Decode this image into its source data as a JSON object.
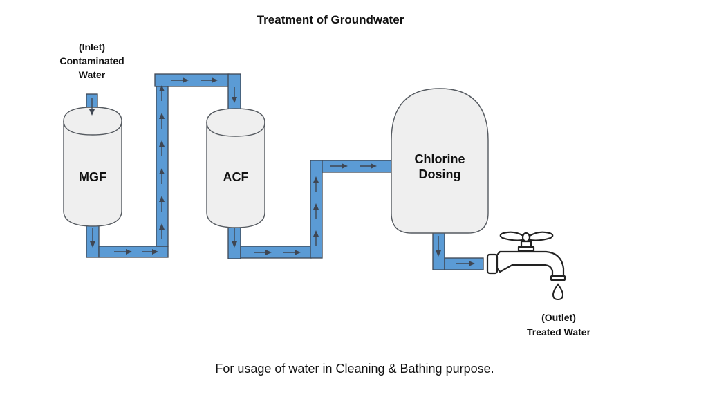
{
  "diagram": {
    "title": "Treatment of Groundwater",
    "inlet": {
      "line1": "(Inlet)",
      "line2": "Contaminated",
      "line3": "Water"
    },
    "units": {
      "mgf": "MGF",
      "acf": "ACF",
      "chlorine_line1": "Chlorine",
      "chlorine_line2": "Dosing"
    },
    "outlet": {
      "line1": "(Outlet)",
      "line2": "Treated Water"
    },
    "caption": "For usage of water in Cleaning & Bathing purpose."
  },
  "colors": {
    "pipe": "#5b9bd5",
    "tank": "#efefef",
    "outline": "#3f4652"
  },
  "icons": [
    "water-tap-icon",
    "water-drop-icon",
    "flow-arrow-icon"
  ]
}
